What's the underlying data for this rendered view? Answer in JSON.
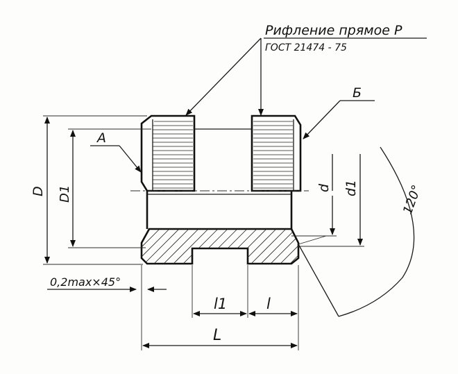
{
  "labels": {
    "knurl_line1": "Рифление прямое Р",
    "knurl_line2": "ГОСТ 21474 - 75",
    "A": "А",
    "B": "Б",
    "D": "D",
    "D1": "D1",
    "d": "d",
    "d1": "d1",
    "angle": "120°",
    "chamfer": "0,2max×45°",
    "l1": "l1",
    "l": "l",
    "L": "L"
  },
  "colors": {
    "ink": "#111111",
    "paper": "#fdfdfb"
  }
}
